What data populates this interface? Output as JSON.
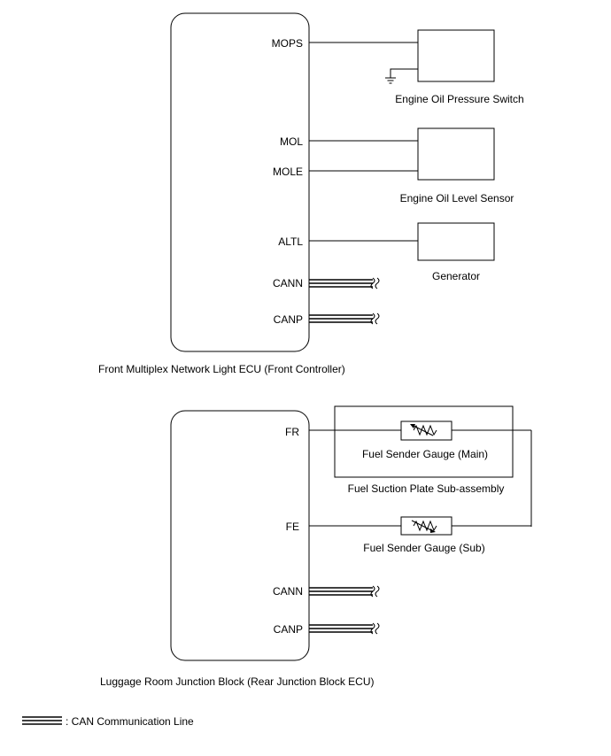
{
  "top_ecu": {
    "caption": "Front Multiplex Network Light ECU (Front Controller)",
    "pins": {
      "mops": "MOPS",
      "mol": "MOL",
      "mole": "MOLE",
      "altl": "ALTL",
      "cann": "CANN",
      "canp": "CANP"
    }
  },
  "components_top": {
    "oil_pressure_switch": "Engine Oil Pressure Switch",
    "oil_level_sensor": "Engine Oil Level Sensor",
    "generator": "Generator"
  },
  "bottom_ecu": {
    "caption": "Luggage Room Junction Block (Rear Junction Block ECU)",
    "pins": {
      "fr": "FR",
      "fe": "FE",
      "cann": "CANN",
      "canp": "CANP"
    }
  },
  "components_bottom": {
    "fuel_gauge_main": "Fuel Sender Gauge (Main)",
    "suction_plate": "Fuel Suction Plate Sub-assembly",
    "fuel_gauge_sub": "Fuel Sender Gauge (Sub)"
  },
  "legend": {
    "text": ": CAN Communication Line"
  }
}
